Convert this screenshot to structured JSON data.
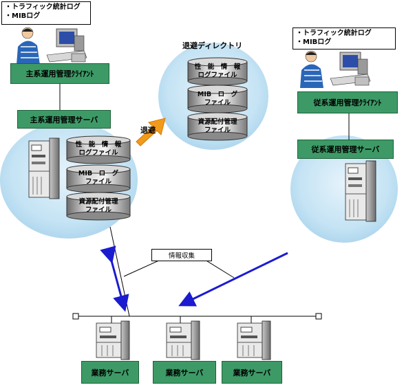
{
  "main_client": {
    "label": "主系運用管理ｸﾗｲｱﾝﾄ",
    "logs": [
      "・トラフィック統計ログ",
      "・MIBログ"
    ]
  },
  "main_server": {
    "label": "主系運用管理サーバ",
    "files": [
      {
        "line1": "性　能　情　報",
        "line2": "ログファイル"
      },
      {
        "line1": "MIB　ロ　グ",
        "line2": "ファイル"
      },
      {
        "line1": "資源配付管理",
        "line2": "ファイル"
      }
    ]
  },
  "evacuation": {
    "arrow_label": "退避",
    "directory_label": "退避ディレクトリ",
    "files": [
      {
        "line1": "性　能　情　報",
        "line2": "ログファイル"
      },
      {
        "line1": "MIB　ロ　グ",
        "line2": "ファイル"
      },
      {
        "line1": "資源配付管理",
        "line2": "ファイル"
      }
    ]
  },
  "sub_client": {
    "label": "従系運用管理ｸﾗｲｱﾝﾄ",
    "logs": [
      "・トラフィック統計ログ",
      "・MIBログ"
    ]
  },
  "sub_server": {
    "label": "従系運用管理サーバ"
  },
  "info_collect": "情報収集",
  "business_servers": [
    "業務サーバ",
    "業務サーバ",
    "業務サーバ"
  ]
}
